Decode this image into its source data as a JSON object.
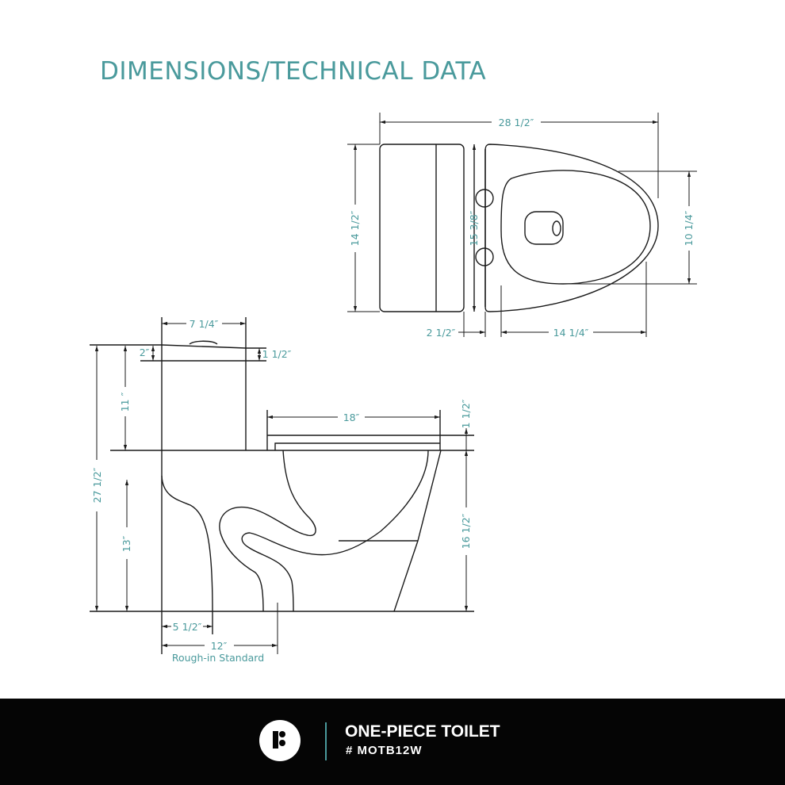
{
  "title": "DIMENSIONS/TECHNICAL DATA",
  "top_view": {
    "overall_length": "28 1/2″",
    "tank_depth": "14 1/2″",
    "bowl_width": "15 3/8″",
    "seat_width": "10 1/4″",
    "tank_gap": "2 1/2″",
    "bowl_length": "14 1/4″"
  },
  "side_view": {
    "tank_width": "7 1/4″",
    "lid_top": "2″",
    "lid_right": "1 1/2″",
    "tank_height": "11 ″",
    "total_height": "27 1/2″",
    "trap_height": "13″",
    "seat_length": "18″",
    "seat_thickness": "1 1/2″",
    "bowl_height": "16 1/2″",
    "back_offset": "5 1/2″",
    "rough_in": "12″",
    "rough_in_label": "Rough-in Standard"
  },
  "footer": {
    "product_name": "ONE-PIECE TOILET",
    "model": "# MOTB12W",
    "brand_logo": "logo-icon"
  },
  "colors": {
    "accent": "#4a9a9c",
    "footer_bg": "#050505"
  }
}
